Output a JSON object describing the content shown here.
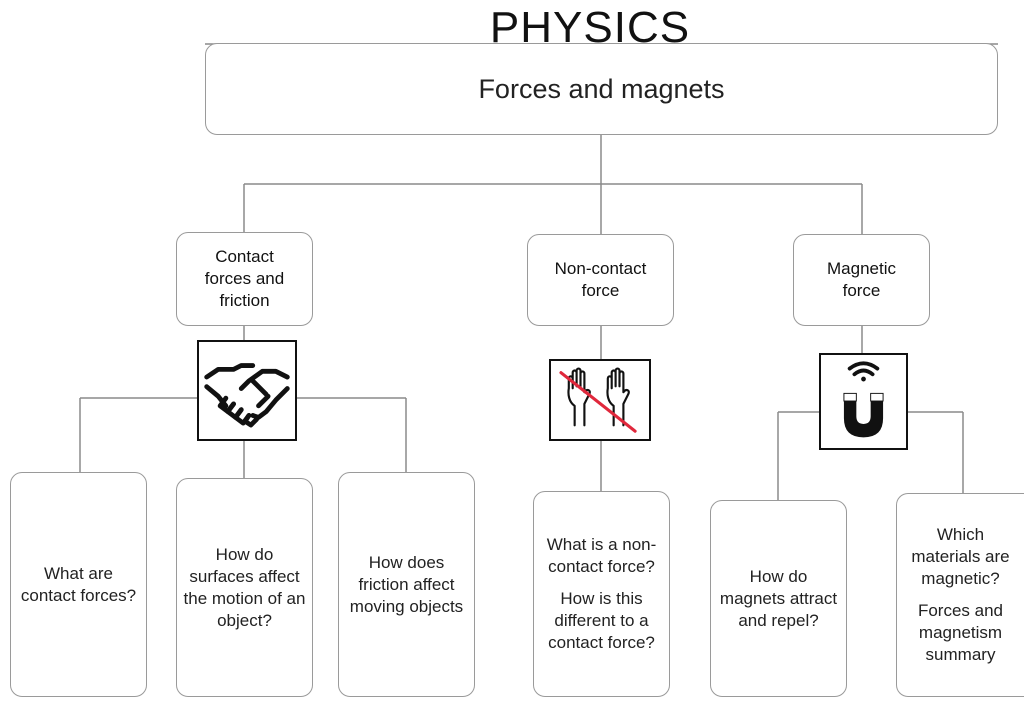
{
  "header": {
    "subject": "PHYSICS",
    "topic": "Forces and magnets"
  },
  "categories": [
    {
      "label": "Contact forces and friction",
      "icon": "handshake-icon",
      "questions": [
        "What are contact forces?",
        "How do surfaces affect the motion of an object?",
        "How does friction affect moving objects"
      ]
    },
    {
      "label": "Non-contact force",
      "icon": "no-touching-hands-icon",
      "questions": [
        [
          "What is a non-contact force?",
          "How is this different to a contact force?"
        ]
      ]
    },
    {
      "label": "Magnetic force",
      "icon": "magnet-icon",
      "questions": [
        "How do magnets attract and repel?",
        [
          "Which materials are magnetic?",
          "Forces and magnetism summary"
        ]
      ]
    }
  ],
  "colors": {
    "box_border": "#9a9a9a",
    "connector": "#8a8a8a",
    "icon_border": "#111111",
    "prohibition_red": "#e0283c"
  }
}
